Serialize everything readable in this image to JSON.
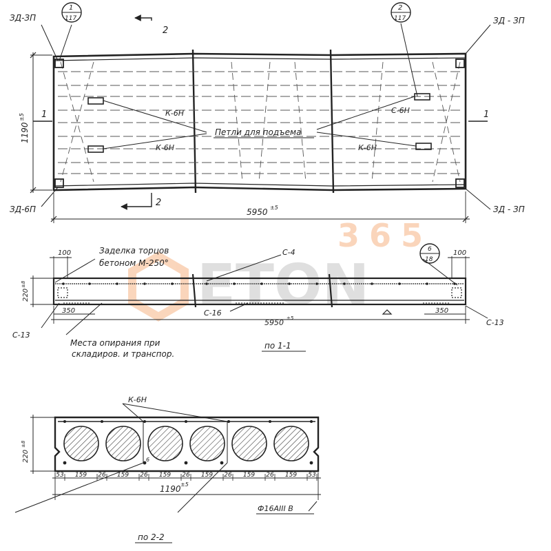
{
  "plan": {
    "label_tl": "ЗД-ЗП",
    "label_tr": "ЗД - ЗП",
    "label_bl": "ЗД-6П",
    "label_br": "ЗД - ЗП",
    "callout_1_top": "1",
    "callout_1_bottom": "117",
    "callout_2_top": "2",
    "callout_2_bottom": "117",
    "section_2_top": "2",
    "section_2_bottom": "2",
    "section_1_left": "1",
    "section_1_right": "1",
    "height_dim": "1190",
    "height_tol": "±5",
    "length_dim": "5950",
    "length_tol": "±5",
    "frame_k6n_1": "К-6Н",
    "frame_k6n_2": "К-6Н",
    "frame_c6n": "С-6Н",
    "frame_k6n_3": "К-6Н",
    "lifting_loops": "Петли для подъема"
  },
  "section_1_1": {
    "left_end_dim": "100",
    "right_end_dim": "100",
    "height_dim": "220",
    "height_tol": "±8",
    "end_filling_line1": "Заделка торцов",
    "end_filling_line2": "бетоном М-250°",
    "mesh_top": "С-4",
    "mesh_bottom": "С-16",
    "mesh_end_left": "С-13",
    "mesh_end_right": "С-13",
    "support_left": "350",
    "support_right": "350",
    "length_dim": "5950",
    "length_tol": "±5",
    "callout_top": "6",
    "callout_bottom": "18",
    "bearing_note_line1": "Места опирания при",
    "bearing_note_line2": "складиров. и транспор.",
    "caption": "по 1-1"
  },
  "section_2_2": {
    "frame_label": "К-6Н",
    "height_dim": "220",
    "height_tol": "±8",
    "width_dims": [
      "53",
      "159",
      "26",
      "159",
      "26",
      "159",
      "26",
      "159",
      "26",
      "159",
      "26",
      "159",
      "53"
    ],
    "width_total": "1190",
    "width_tol": "±5",
    "rebar_label": "Ф16АIII В",
    "caption": "по 2-2",
    "small_mark": "6"
  },
  "watermark": {
    "number": "365",
    "word": "ETON",
    "orange": "#f4a36a",
    "grey": "#b9b9b9"
  }
}
